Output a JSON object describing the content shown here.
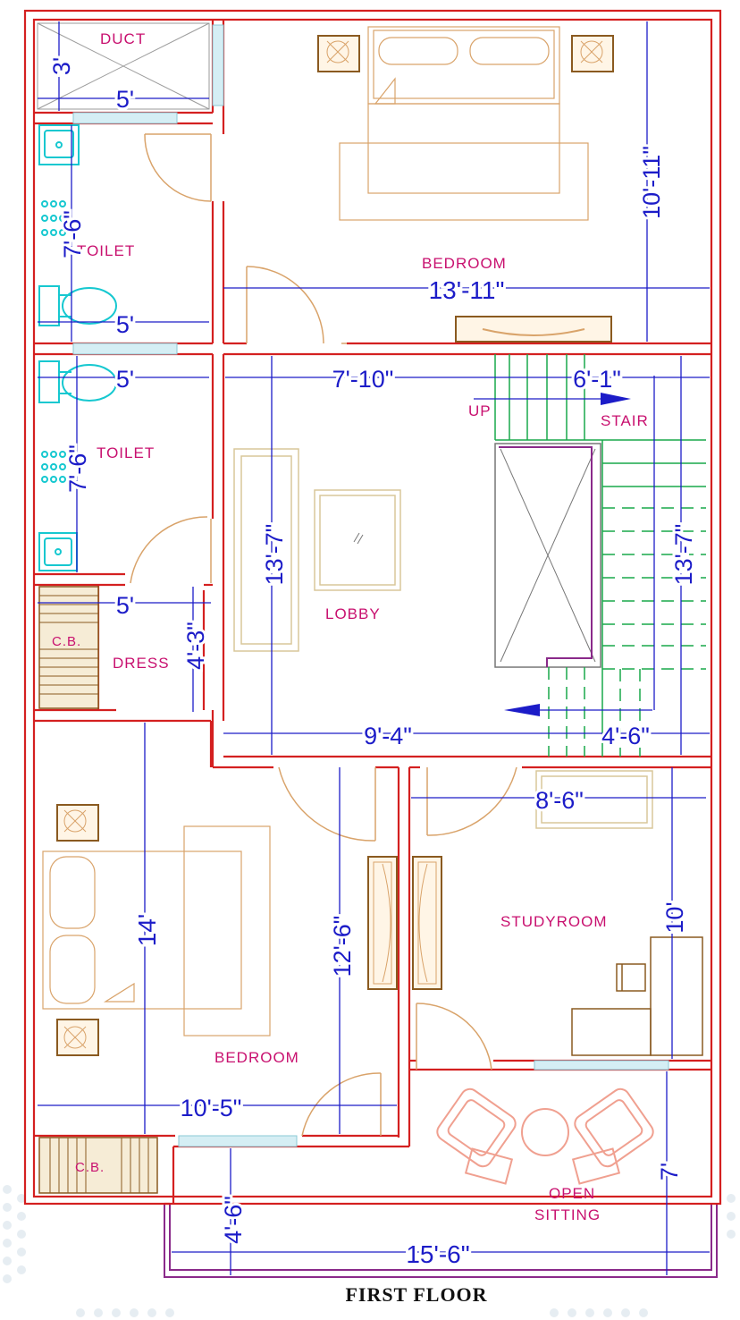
{
  "title": "FIRST FLOOR",
  "rooms": {
    "duct": "DUCT",
    "toilet_top": "TOILET",
    "bedroom_top": "BEDROOM",
    "toilet_mid": "TOILET",
    "lobby": "LOBBY",
    "stair": "STAIR",
    "up": "UP",
    "cb_top": "C.B.",
    "dress": "DRESS",
    "studyroom": "STUDYROOM",
    "bedroom_bottom": "BEDROOM",
    "cb_bottom": "C.B.",
    "open_sitting_1": "OPEN",
    "open_sitting_2": "SITTING"
  },
  "dimensions": {
    "duct_h": "3'",
    "duct_w": "5'",
    "toilet1_h": "7'-6\"",
    "toilet1_w": "5'",
    "bedroom_w": "13'-11\"",
    "bedroom_h": "10'-11\"",
    "toilet2_w": "5'",
    "toilet2_h": "7'-6\"",
    "lobby_top": "7'-10\"",
    "stair_w": "6'-1\"",
    "lobby_h": "13'-7\"",
    "stair_h": "13'-7\"",
    "dress_w": "5'",
    "dress_h": "4'-3\"",
    "lobby_w": "9'-4\"",
    "stair_bottom": "4'-6\"",
    "study_w": "8'-6\"",
    "study_h": "10'",
    "bedroom2_h": "14'",
    "bedroom2_h2": "12'-6\"",
    "bedroom2_w": "10'-5\"",
    "sitting_h": "4'-6\"",
    "sitting_w": "15'-6\"",
    "sitting_h2": "7'"
  },
  "colors": {
    "wall": "#d42020",
    "dimension": "#1c1cc8",
    "room_label": "#c8106f",
    "furniture": "#d9a36a",
    "sanitary": "#16c8d0",
    "stair": "#19a84a",
    "balcony": "#8a2a8a"
  }
}
